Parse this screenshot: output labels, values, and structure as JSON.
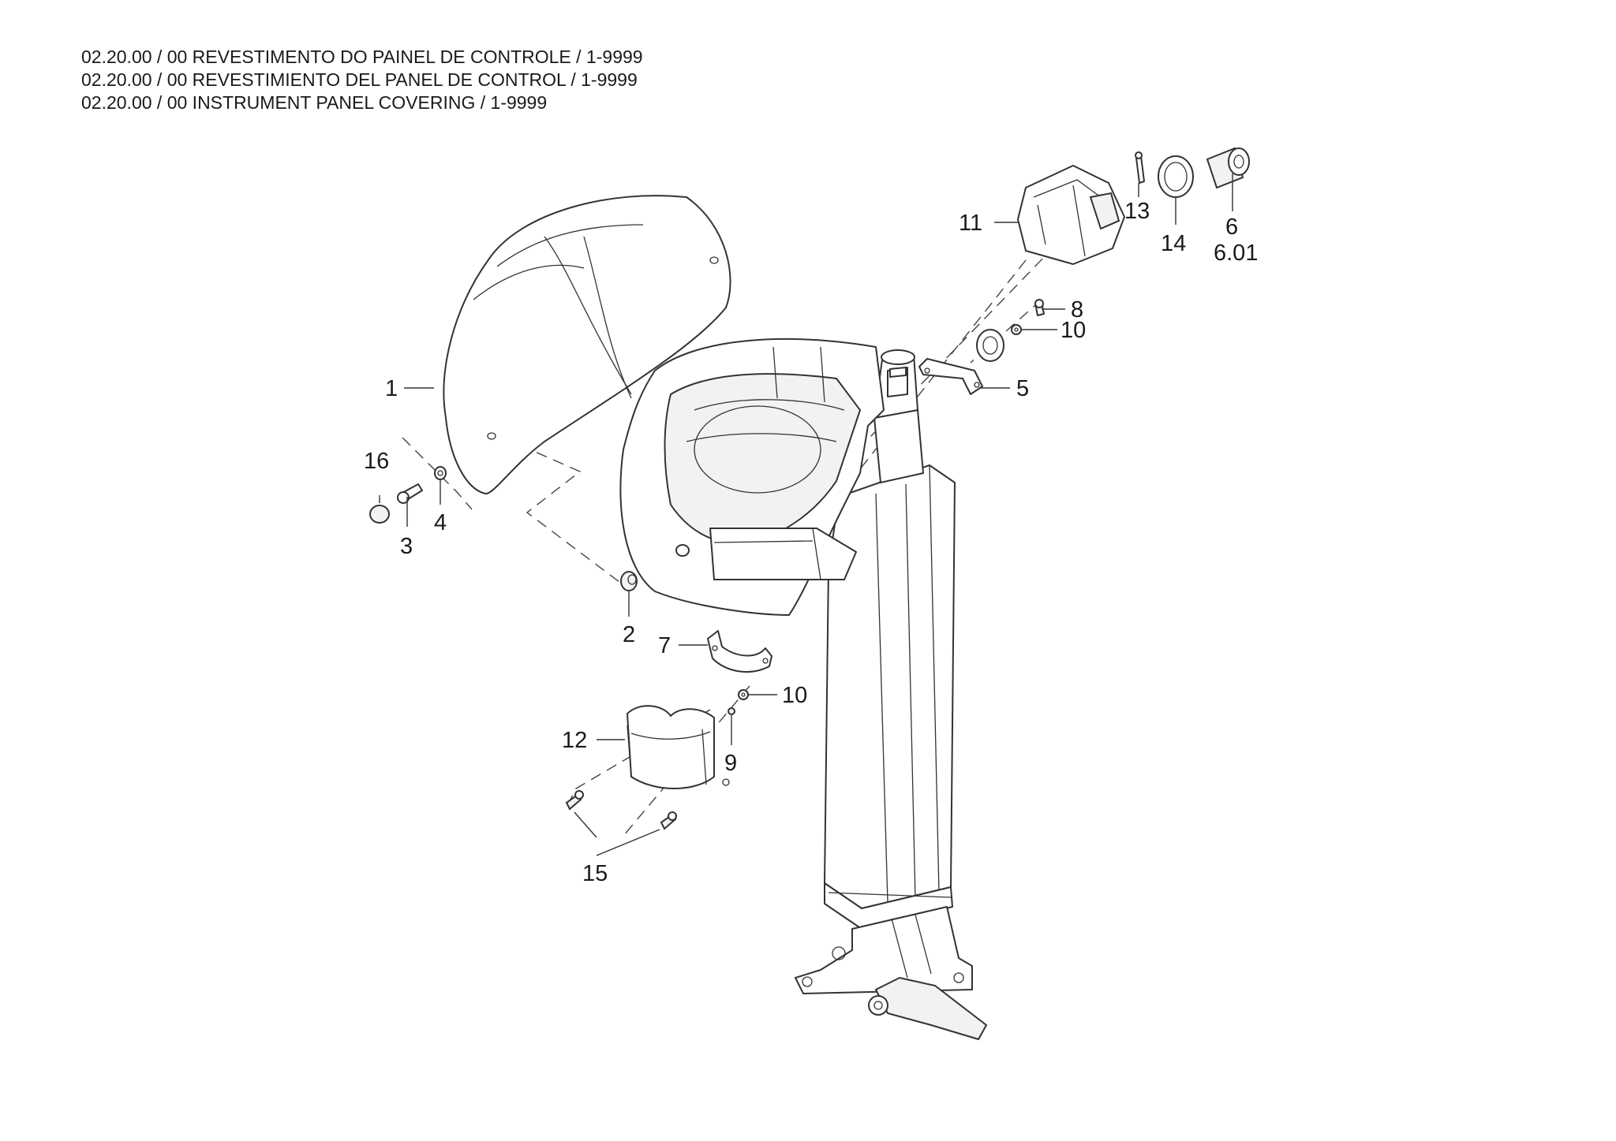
{
  "header": {
    "lines": [
      "02.20.00 / 00 REVESTIMENTO DO PAINEL DE CONTROLE / 1-9999",
      "02.20.00 / 00 REVESTIMIENTO DEL PANEL DE CONTROL / 1-9999",
      "02.20.00 / 00 INSTRUMENT PANEL COVERING / 1-9999"
    ]
  },
  "callouts": {
    "c1": "1",
    "c2": "2",
    "c3": "3",
    "c4": "4",
    "c5": "5",
    "c6": "6",
    "c601": "6.01",
    "c7": "7",
    "c8": "8",
    "c9": "9",
    "c10a": "10",
    "c10b": "10",
    "c11": "11",
    "c12": "12",
    "c13": "13",
    "c14": "14",
    "c15": "15",
    "c16": "16"
  }
}
